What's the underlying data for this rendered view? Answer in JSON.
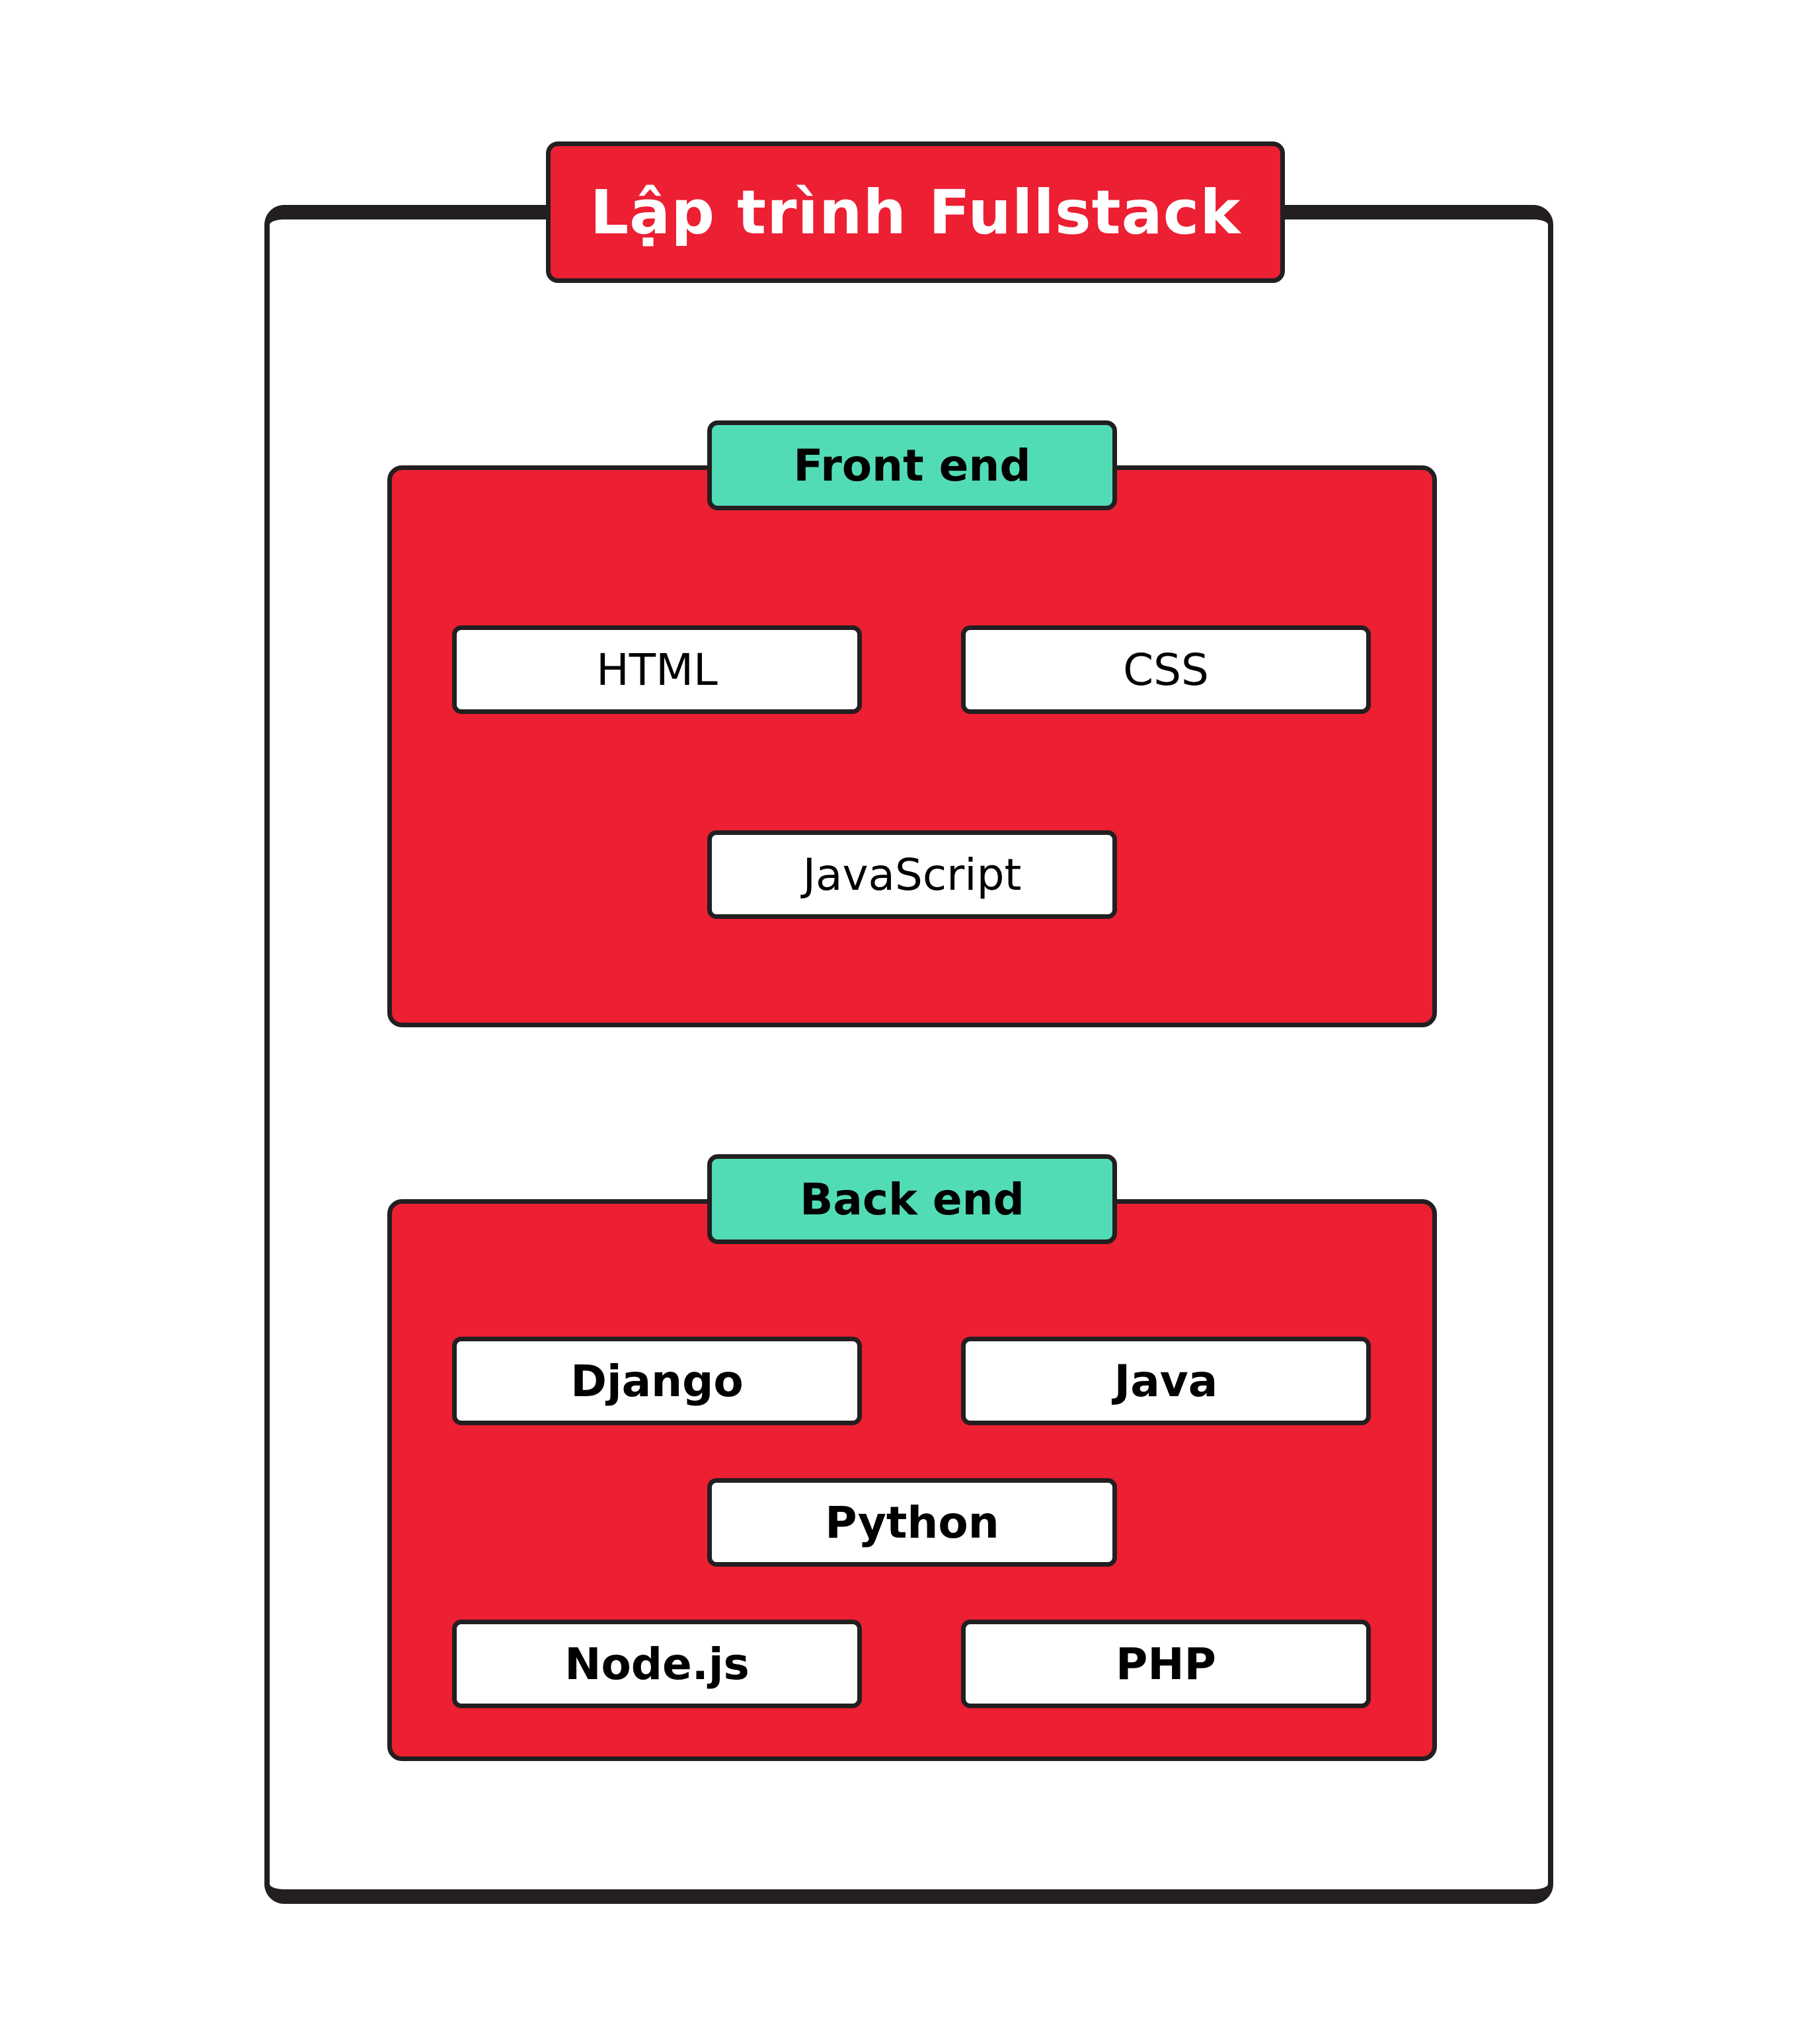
{
  "title": "Lập trình Fullstack",
  "colors": {
    "accent_red": "#ec1f33",
    "section_teal": "#52dcb6",
    "outline": "#231f20",
    "card_white": "#ffffff"
  },
  "front_end": {
    "heading": "Front end",
    "items": [
      "HTML",
      "CSS",
      "JavaScript"
    ]
  },
  "back_end": {
    "heading": "Back end",
    "items": [
      "Django",
      "Java",
      "Python",
      "Node.js",
      "PHP"
    ]
  }
}
